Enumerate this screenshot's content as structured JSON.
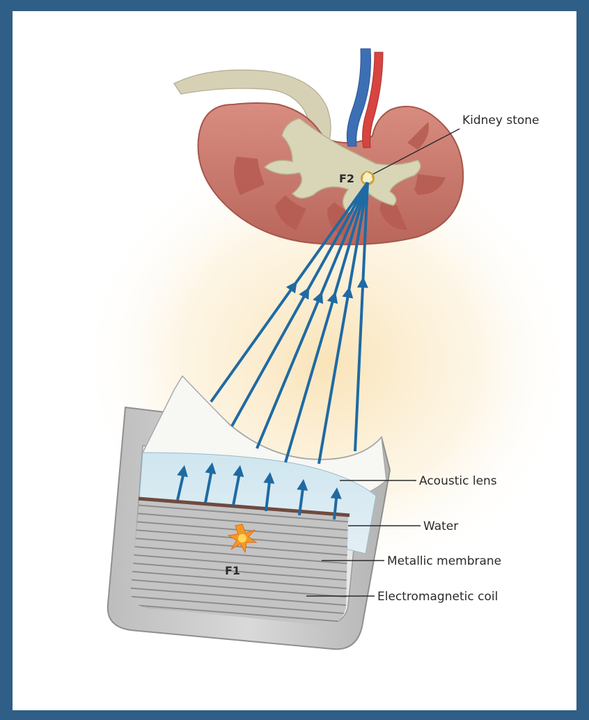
{
  "labels": {
    "kidney_stone": "Kidney stone",
    "f2": "F2",
    "f1": "F1",
    "acoustic_lens": "Acoustic lens",
    "water": "Water",
    "metallic_membrane": "Metallic membrane",
    "electromagnetic_coil": "Electromagnetic coil"
  },
  "colors": {
    "frame": "#2f5f86",
    "panel": "#ffffff",
    "glow": "#fbecc8",
    "kidney_cortex": "#c9786c",
    "kidney_medulla": "#b85f55",
    "renal_sinus": "#d8d6b8",
    "ureter": "#d7d3b9",
    "vein": "#3d6fb5",
    "artery": "#d8443f",
    "shock_wave": "#1f6aa3",
    "water": "#cfe4ee",
    "housing": "#cfcfcf",
    "coil": "#a7a7a7",
    "membrane": "#6f4a3e",
    "spark": "#f39a22",
    "label_text": "#2a2a2a"
  },
  "icons": [
    "kidney-illustration",
    "kidney-stone-icon",
    "spark-icon",
    "shock-wave-arrow-icon"
  ]
}
